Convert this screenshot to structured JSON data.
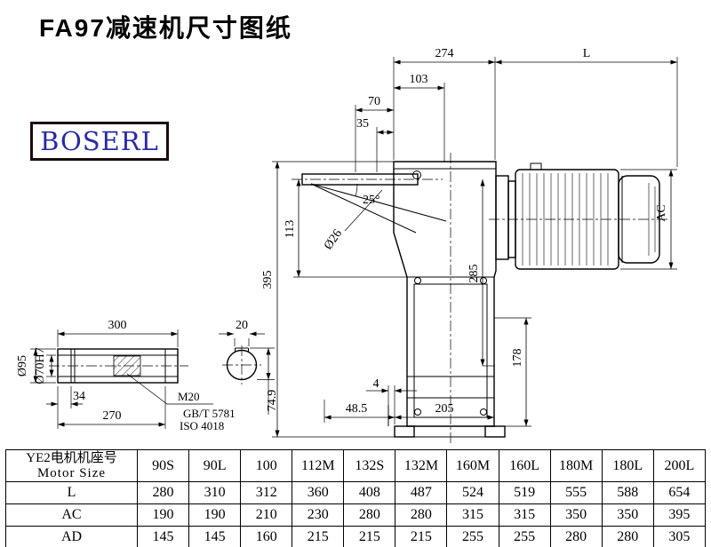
{
  "page": {
    "title": "FA97减速机尺寸图纸",
    "logo_text": "BOSERL"
  },
  "colors": {
    "logo_text": "#2a2aa6",
    "logo_border": "#1a0b0b",
    "line": "#000000"
  },
  "drawing": {
    "main": {
      "d274": "274",
      "dL": "L",
      "d103": "103",
      "d70": "70",
      "d35": "35",
      "a25": "25°",
      "d26": "Ø26",
      "d113": "113",
      "d395": "395",
      "d285": "285",
      "dAC": "AC",
      "d178": "178",
      "d4": "4",
      "d48_5": "48.5",
      "d205": "205"
    },
    "shaft": {
      "d300": "300",
      "d34": "34",
      "d270": "270",
      "d95": "Ø95",
      "d70h7": "Ø70H7",
      "m20": "M20",
      "gbt": "GB/T 5781",
      "iso": "ISO 4018"
    },
    "section": {
      "d20": "20",
      "d74_9": "74.9"
    }
  },
  "table": {
    "header_cn": "YE2电机机座号",
    "header_en": "Motor Size",
    "sizes": [
      "90S",
      "90L",
      "100",
      "112M",
      "132S",
      "132M",
      "160M",
      "160L",
      "180M",
      "180L",
      "200L"
    ],
    "rows": [
      {
        "label": "L",
        "values": [
          "280",
          "310",
          "312",
          "360",
          "408",
          "487",
          "524",
          "519",
          "555",
          "588",
          "654"
        ]
      },
      {
        "label": "AC",
        "values": [
          "190",
          "190",
          "210",
          "230",
          "280",
          "280",
          "315",
          "315",
          "350",
          "350",
          "395"
        ]
      },
      {
        "label": "AD",
        "values": [
          "145",
          "145",
          "160",
          "215",
          "215",
          "215",
          "255",
          "255",
          "280",
          "280",
          "305"
        ]
      }
    ]
  }
}
